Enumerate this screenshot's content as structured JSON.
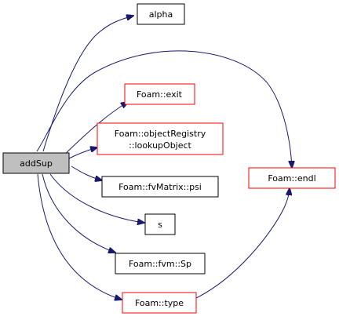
{
  "colors": {
    "edge": "#191970",
    "root_fill": "#bfbfbf",
    "default_border": "#000000",
    "link_border": "#ff0000",
    "text": "#000000"
  },
  "nodes": {
    "root": {
      "label": "addSup"
    },
    "alpha": {
      "label": "alpha"
    },
    "exit": {
      "label": "Foam::exit"
    },
    "lookup": {
      "line1": "Foam::objectRegistry",
      "line2": "::lookupObject"
    },
    "psi": {
      "label": "Foam::fvMatrix::psi"
    },
    "s": {
      "label": "s"
    },
    "sp": {
      "label": "Foam::fvm::Sp"
    },
    "type": {
      "label": "Foam::type"
    },
    "endl": {
      "label": "Foam::endl"
    }
  }
}
